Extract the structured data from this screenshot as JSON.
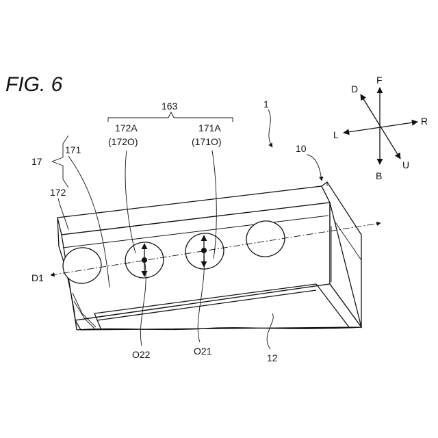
{
  "figure": {
    "title": "FIG. 6"
  },
  "directions": {
    "up": "F",
    "down": "B",
    "left": "L",
    "right": "R",
    "upper_left": "D",
    "lower_right": "U"
  },
  "labels": {
    "device": "1",
    "housing": "10",
    "group": "163",
    "hole_172a": "172A",
    "hole_172o": "(172O)",
    "hole_171a": "171A",
    "hole_171o": "(171O)",
    "part_17": "17",
    "part_171": "171",
    "part_172": "172",
    "axis_d1": "D1",
    "center_o22": "O22",
    "center_o21": "O21",
    "part_12": "12"
  }
}
